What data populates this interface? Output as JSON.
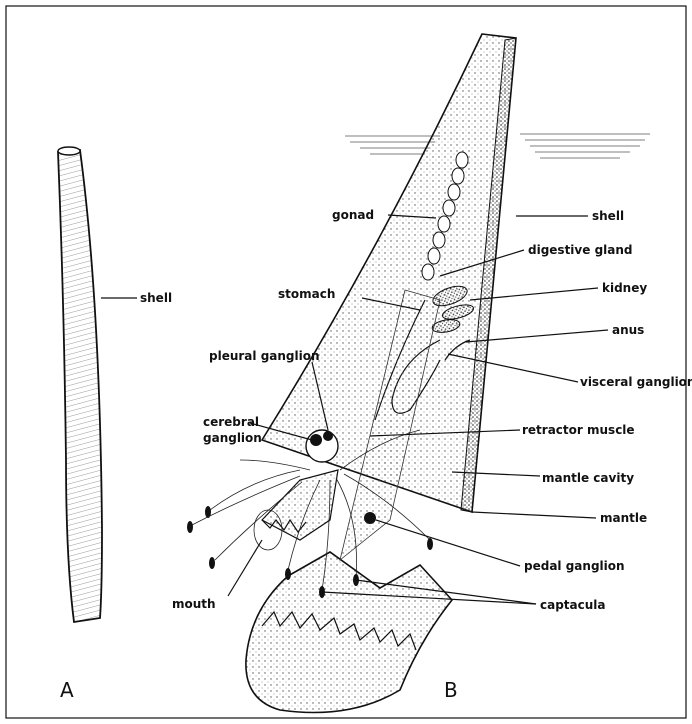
{
  "panels": {
    "a": "A",
    "b": "B"
  },
  "labels": {
    "shell_a": "shell",
    "gonad": "gonad",
    "shell_b": "shell",
    "digestive_gland": "digestive gland",
    "kidney": "kidney",
    "stomach": "stomach",
    "anus": "anus",
    "pleural_ganglion": "pleural ganglion",
    "visceral_ganglion": "visceral ganglion",
    "cerebral_ganglion_1": "cerebral",
    "cerebral_ganglion_2": "ganglion",
    "retractor_muscle": "retractor muscle",
    "mantle_cavity": "mantle cavity",
    "mantle": "mantle",
    "pedal_ganglion": "pedal ganglion",
    "mouth": "mouth",
    "captacula": "captacula"
  }
}
